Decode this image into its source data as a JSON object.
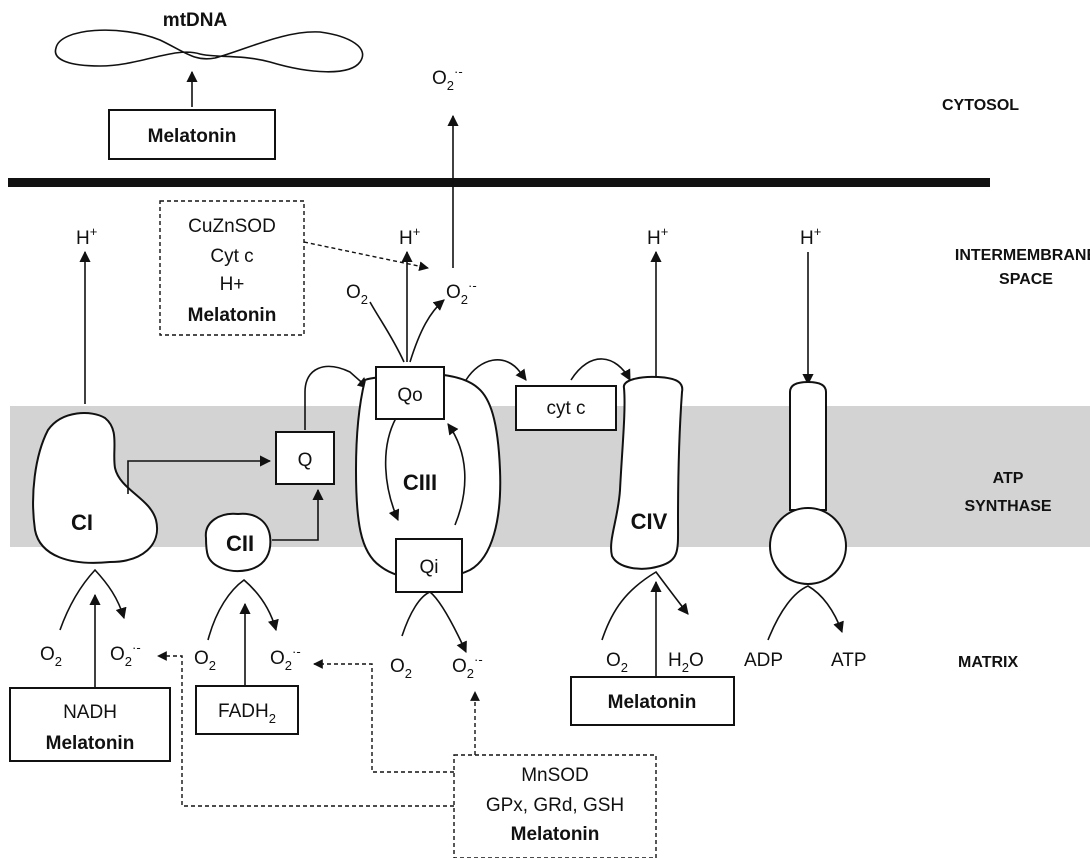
{
  "colors": {
    "membrane": "#d3d3d3",
    "ink": "#111111",
    "background": "#ffffff"
  },
  "mtdna": {
    "label": "mtDNA"
  },
  "melatonin_cytosol": {
    "label": "Melatonin"
  },
  "superoxide_cytosol": {
    "main": "O",
    "sub": "2",
    "sup": "·-"
  },
  "regions": {
    "cytosol": "CYTOSOL",
    "intermembrane_line1": "INTERMEMBRANE",
    "intermembrane_line2": "SPACE",
    "atp_synthase_line1": "ATP",
    "atp_synthase_line2": "SYNTHASE",
    "matrix": "MATRIX"
  },
  "ims_antioxidants": {
    "line1": "CuZnSOD",
    "line2": "Cyt c",
    "line3": "H+",
    "line4": "Melatonin"
  },
  "proton": {
    "main": "H",
    "sup": "+"
  },
  "complexes": {
    "ci": "CI",
    "cii": "CII",
    "ciii": "CIII",
    "civ": "CIV"
  },
  "quinones": {
    "q": "Q",
    "qo": "Qo",
    "qi": "Qi"
  },
  "cytc": {
    "label": "cyt c"
  },
  "oxygen": {
    "main": "O",
    "sub": "2"
  },
  "superoxide": {
    "main": "O",
    "sub": "2",
    "sup": "·-"
  },
  "water": {
    "main": "H",
    "sub": "2",
    "tail": "O"
  },
  "atp": {
    "adp": "ADP",
    "atp": "ATP"
  },
  "nadh_box": {
    "line1": "NADH",
    "line2": "Melatonin"
  },
  "fadh2_box": {
    "main": "FADH",
    "sub": "2"
  },
  "civ_melatonin": {
    "label": "Melatonin"
  },
  "matrix_antioxidants": {
    "line1": "MnSOD",
    "line2": "GPx, GRd, GSH",
    "line3": "Melatonin"
  }
}
